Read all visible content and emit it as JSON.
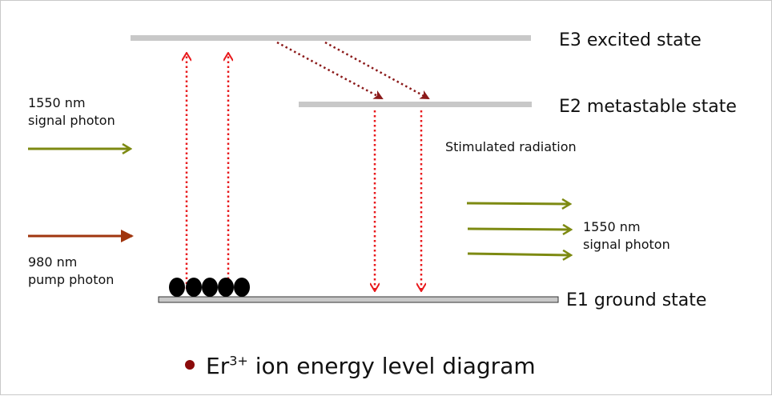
{
  "levels": {
    "e3": "E3 excited state",
    "e2": "E2 metastable state",
    "e1": "E1 ground state"
  },
  "labels": {
    "signal_in": "1550 nm\nsignal photon",
    "pump_in": "980 nm\npump photon",
    "stimulated": "Stimulated radiation",
    "signal_out": "1550 nm\nsignal photon"
  },
  "caption": {
    "prefix": "Er",
    "superscript": "3+",
    "suffix": " ion energy level diagram"
  },
  "colors": {
    "level_bar": "#c8c8c8",
    "signal_arrow": "#7d8a12",
    "pump_arrow": "#a0350e",
    "excitation": "#e8191c",
    "relaxation": "#8b1a1a",
    "ion": "#000000",
    "bullet": "#8b0a0a"
  }
}
